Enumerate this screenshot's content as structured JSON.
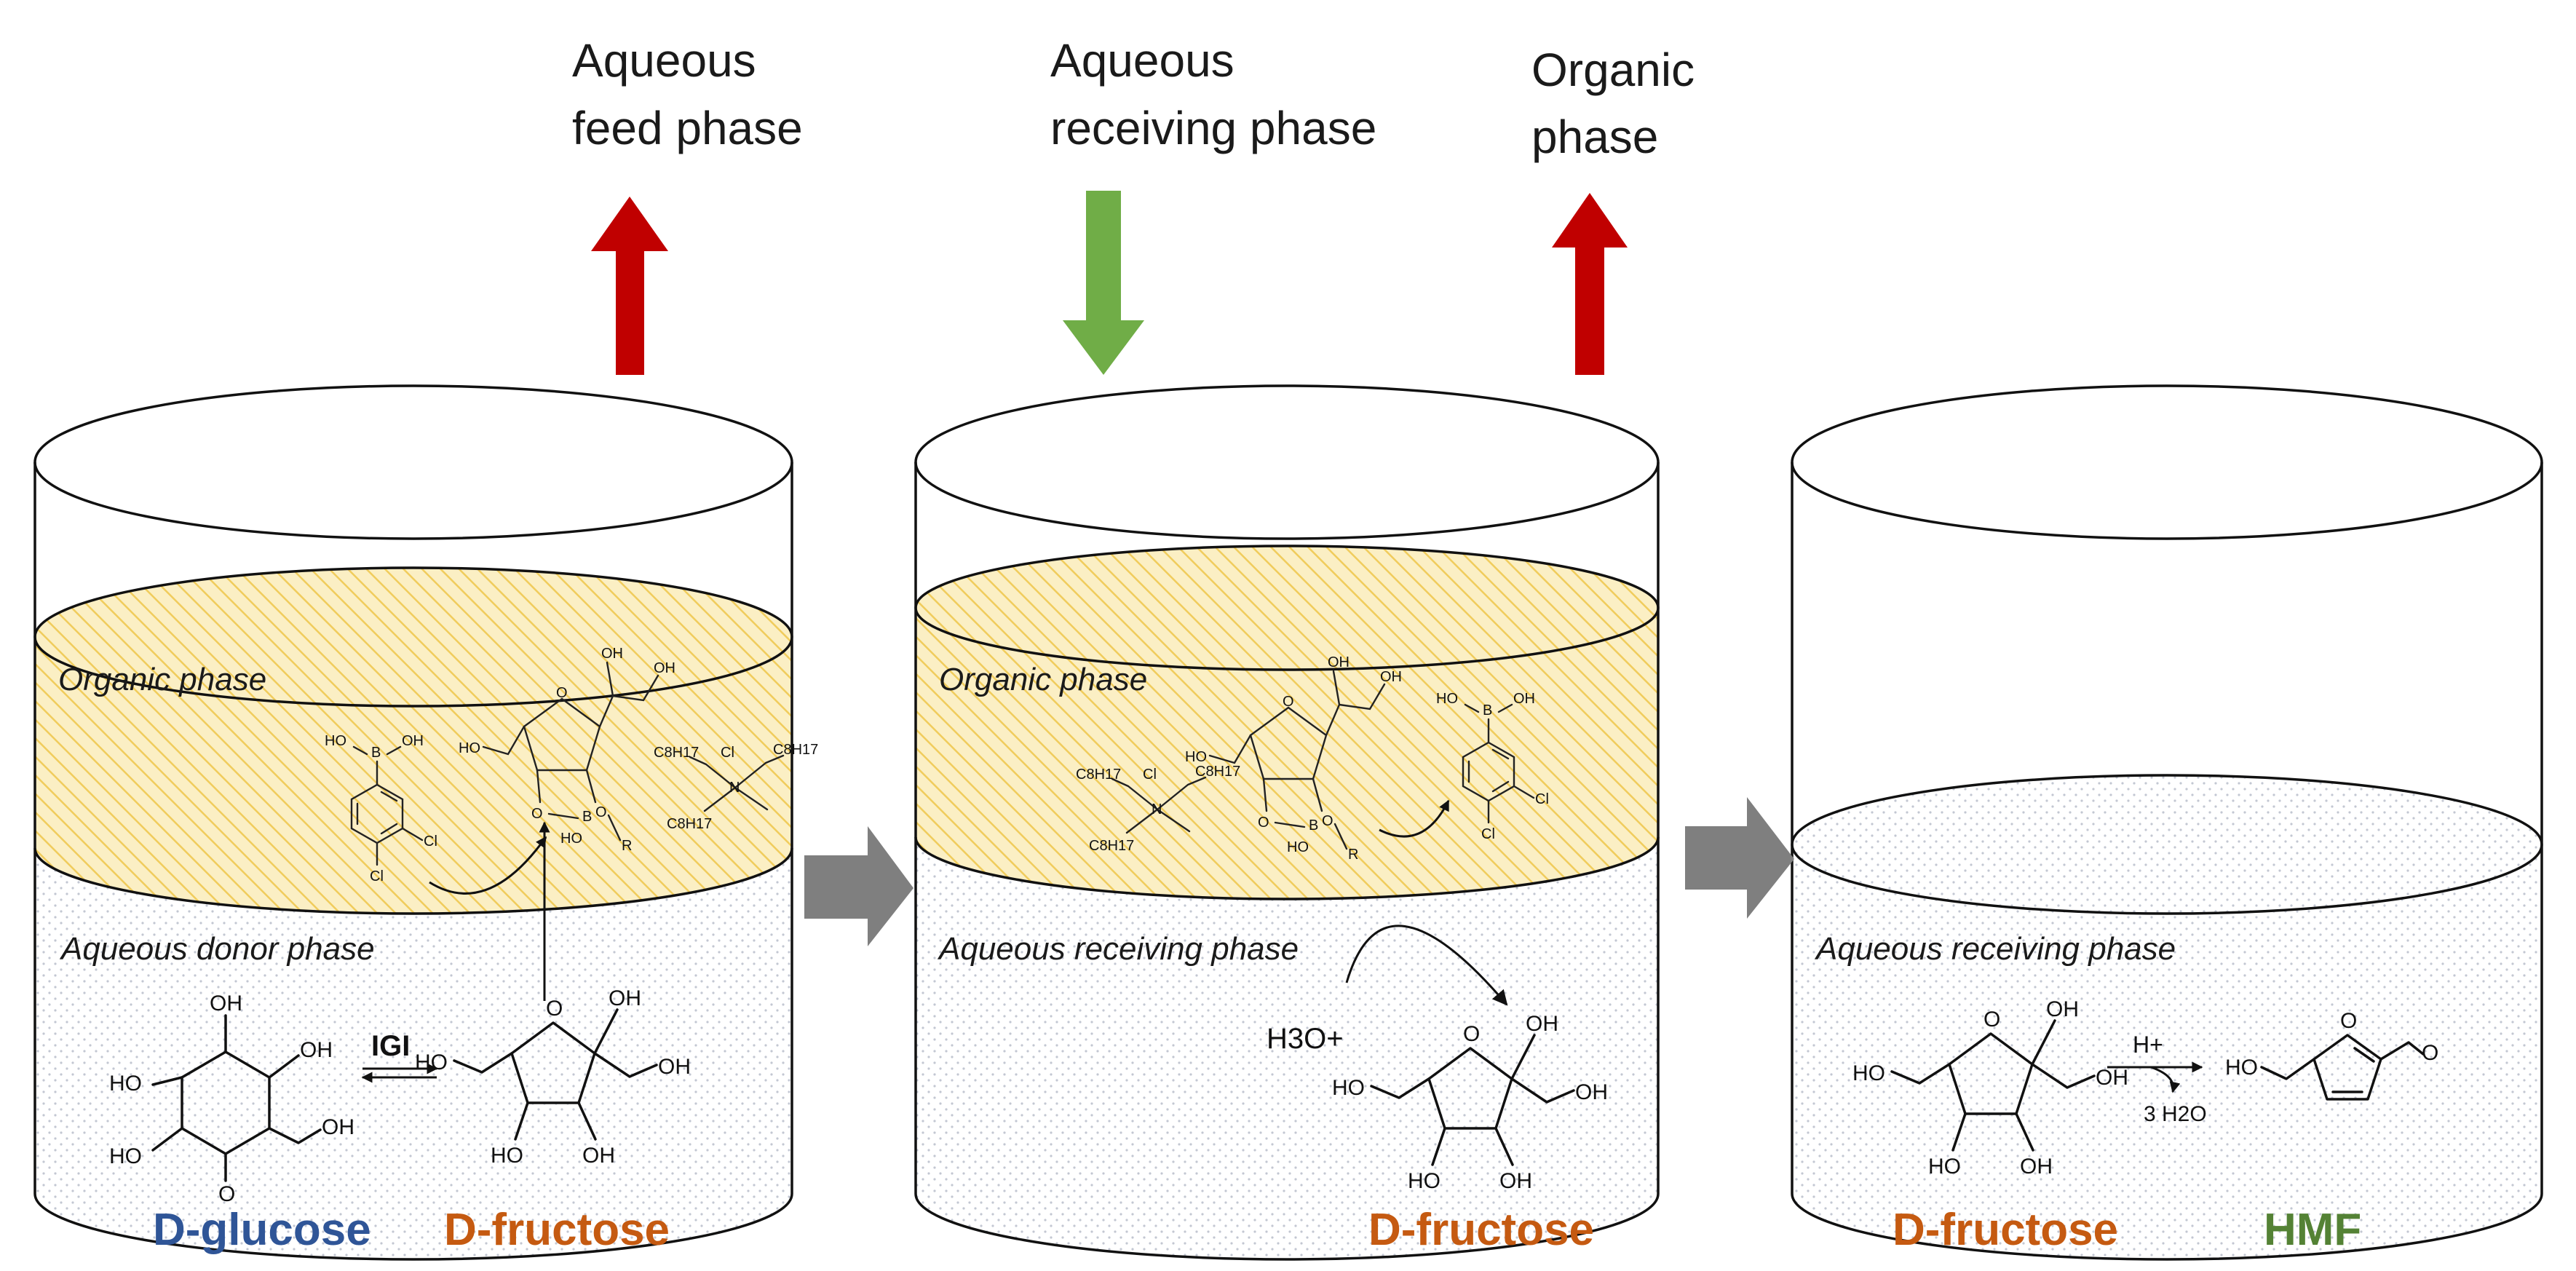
{
  "top_labels": {
    "aqueous_feed": [
      "Aqueous",
      "feed phase"
    ],
    "aqueous_receiving": [
      "Aqueous",
      "receiving phase"
    ],
    "organic": [
      "Organic",
      "phase"
    ]
  },
  "vessel1": {
    "organic_label": "Organic phase",
    "aqueous_label": "Aqueous donor phase",
    "enzyme": "IGI",
    "glucose_name": "D-glucose",
    "fructose_name": "D-fructose"
  },
  "vessel2": {
    "organic_label": "Organic phase",
    "aqueous_label": "Aqueous receiving phase",
    "acid": "H3O+",
    "fructose_name": "D-fructose"
  },
  "vessel3": {
    "aqueous_label": "Aqueous receiving phase",
    "catalyst": "H+",
    "water": "3 H2O",
    "fructose_name": "D-fructose",
    "hmf_name": "HMF"
  },
  "atoms": {
    "oh": "OH",
    "ho": "HO",
    "o": "O",
    "b": "B",
    "cl": "Cl",
    "r": "R",
    "n": "N",
    "cl_minus": "Cl",
    "c8h17": "C8H17"
  },
  "colors": {
    "organic_fill": "#fbefc4",
    "organic_hatch": "#f0cc5c",
    "aqueous_dots": "#bfc3cf",
    "arrow_red": "#c00000",
    "arrow_green": "#70ad47",
    "arrow_gray": "#7f7f7f",
    "glucose_blue": "#2f5597",
    "fructose_brown": "#c55a11",
    "hmf_green": "#548235"
  }
}
